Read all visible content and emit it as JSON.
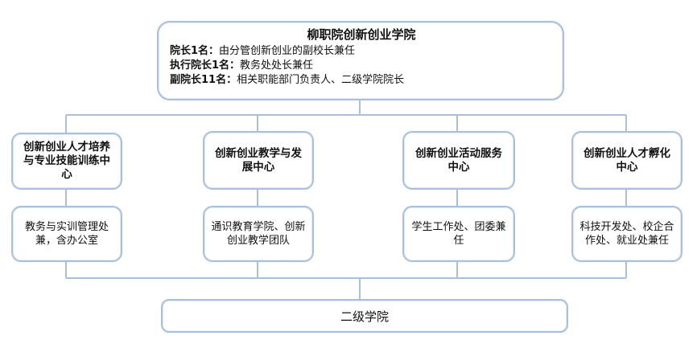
{
  "top": {
    "title": "柳职院创新创业学院",
    "lines": [
      {
        "role": "院长1名：",
        "desc": "由分管创新创业的副校长兼任"
      },
      {
        "role": "执行院长1名：",
        "desc": "教务处处长兼任"
      },
      {
        "role": "副院长11名：",
        "desc": "相关职能部门负责人、二级学院院长"
      }
    ]
  },
  "departments": [
    {
      "name": "创新创业人才培养与专业技能训练中心",
      "sub": "教务与实训管理处兼，含办公室"
    },
    {
      "name": "创新创业教学与发展中心",
      "sub": "通识教育学院、创新创业教学团队"
    },
    {
      "name": "创新创业活动服务中心",
      "sub": "学生工作处、团委兼任"
    },
    {
      "name": "创新创业人才孵化中心",
      "sub": "科技开发处、校企合作处、就业处兼任"
    }
  ],
  "bottom": {
    "label": "二级学院"
  },
  "colors": {
    "border": "#a9bfdd",
    "connector": "#a9bfdd"
  }
}
